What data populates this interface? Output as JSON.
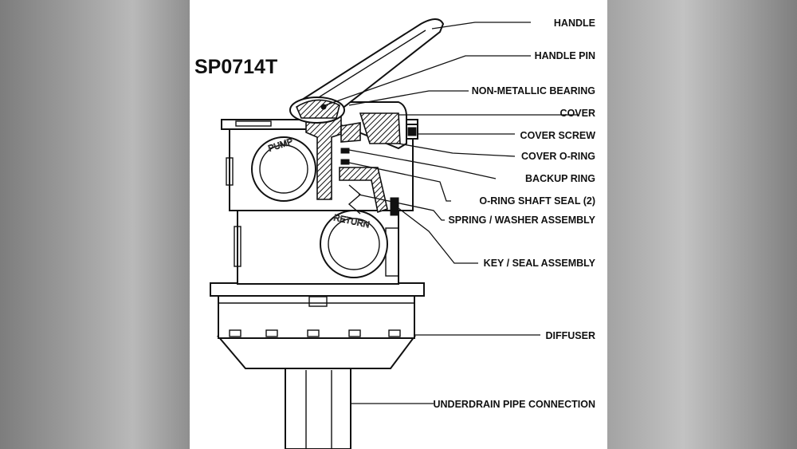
{
  "model_number": "SP0714T",
  "port_labels": {
    "pump": "PUMP",
    "return": "RETURN"
  },
  "callouts": [
    {
      "id": "handle",
      "label": "HANDLE"
    },
    {
      "id": "handle-pin",
      "label": "HANDLE PIN"
    },
    {
      "id": "non-metallic-bearing",
      "label": "NON-METALLIC BEARING"
    },
    {
      "id": "cover",
      "label": "COVER"
    },
    {
      "id": "cover-screw",
      "label": "COVER SCREW"
    },
    {
      "id": "cover-o-ring",
      "label": "COVER O-RING"
    },
    {
      "id": "backup-ring",
      "label": "BACKUP RING"
    },
    {
      "id": "o-ring-shaft-seal",
      "label": "O-RING SHAFT SEAL (2)"
    },
    {
      "id": "spring-washer-assembly",
      "label": "SPRING / WASHER ASSEMBLY"
    },
    {
      "id": "key-seal-assembly",
      "label": "KEY / SEAL ASSEMBLY"
    },
    {
      "id": "diffuser",
      "label": "DIFFUSER"
    },
    {
      "id": "underdrain-pipe-connection",
      "label": "UNDERDRAIN PIPE CONNECTION"
    }
  ]
}
